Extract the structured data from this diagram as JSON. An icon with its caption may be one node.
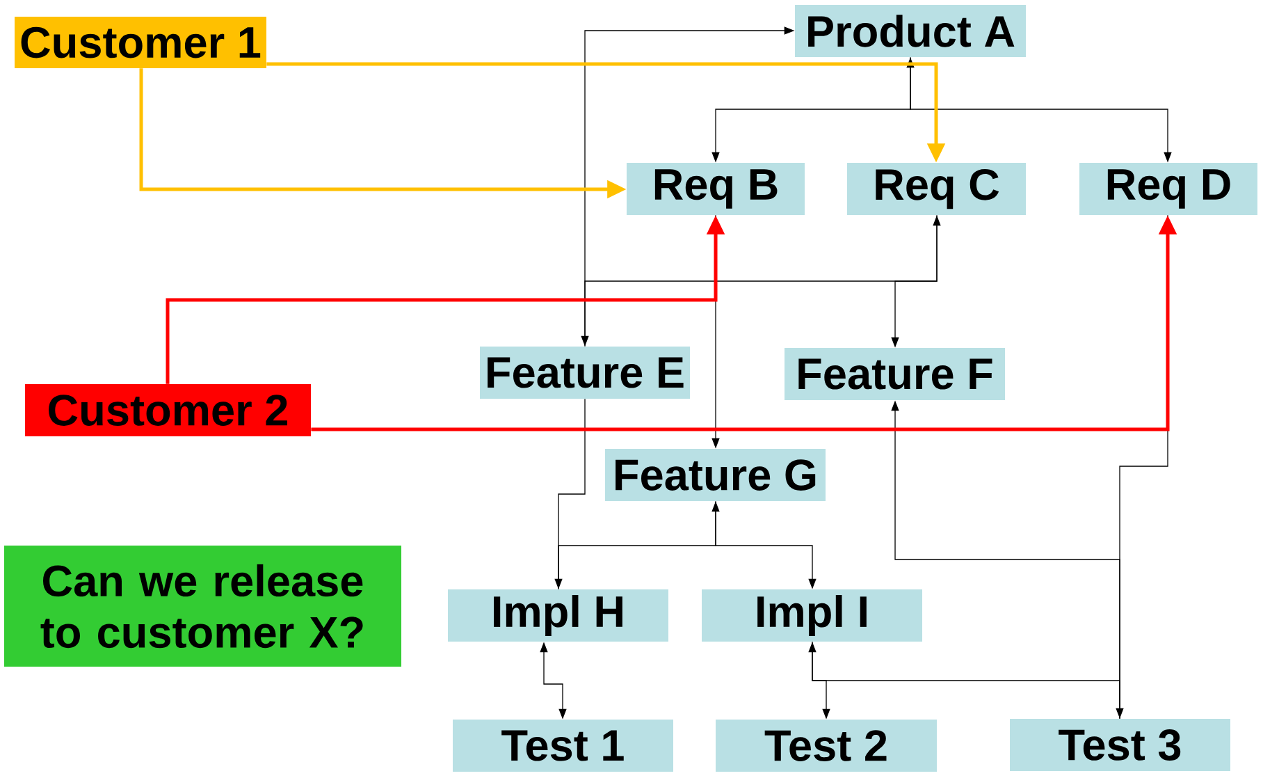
{
  "diagram": {
    "nodes": [
      {
        "text": [
          "Customer 1"
        ]
      },
      {
        "text": [
          "Product A"
        ]
      },
      {
        "text": [
          "Req B"
        ]
      },
      {
        "text": [
          "Req C"
        ]
      },
      {
        "text": [
          "Req D"
        ]
      },
      {
        "text": [
          "Customer 2"
        ]
      },
      {
        "text": [
          "Feature E"
        ]
      },
      {
        "text": [
          "Feature F"
        ]
      },
      {
        "text": [
          "Feature G"
        ]
      },
      {
        "text": [
          "Can we release to customer X?"
        ]
      },
      {
        "text": [
          "Impl H"
        ]
      },
      {
        "text": [
          "Impl I"
        ]
      },
      {
        "text": [
          "Test 1"
        ]
      },
      {
        "text": [
          "Test 2"
        ]
      },
      {
        "text": [
          "Test 3"
        ]
      }
    ],
    "edges": [
      {
        "from": 1,
        "to": 2,
        "arrow": "both"
      },
      {
        "from": 1,
        "to": 4,
        "arrow": "to"
      },
      {
        "from": 6,
        "to": 1,
        "arrow": "both"
      },
      {
        "from": 6,
        "to": 3,
        "arrow": "to"
      },
      {
        "from": 3,
        "to": 7,
        "arrow": "to"
      },
      {
        "from": 2,
        "to": 8,
        "arrow": "to"
      },
      {
        "from": 6,
        "to": 10,
        "arrow": "to"
      },
      {
        "from": 10,
        "to": 8,
        "arrow": "to"
      },
      {
        "from": 8,
        "to": 11,
        "arrow": "to"
      },
      {
        "from": 4,
        "to": 14,
        "arrow": "to"
      },
      {
        "from": 14,
        "to": 7,
        "arrow": "to"
      },
      {
        "from": 14,
        "to": 11,
        "arrow": "to"
      },
      {
        "from": 11,
        "to": 13,
        "arrow": "to"
      },
      {
        "from": 10,
        "to": 12,
        "arrow": "both"
      },
      {
        "from": 0,
        "to": 3,
        "arrow": "to",
        "style": "thick",
        "color": "#ffc000"
      },
      {
        "from": 0,
        "to": 2,
        "arrow": "to",
        "style": "thick",
        "color": "#ffc000"
      },
      {
        "from": 5,
        "to": 2,
        "arrow": "to",
        "style": "thick",
        "color": "#ff0000"
      },
      {
        "from": 5,
        "to": 4,
        "arrow": "to",
        "style": "thick",
        "color": "#ff0000"
      }
    ]
  }
}
